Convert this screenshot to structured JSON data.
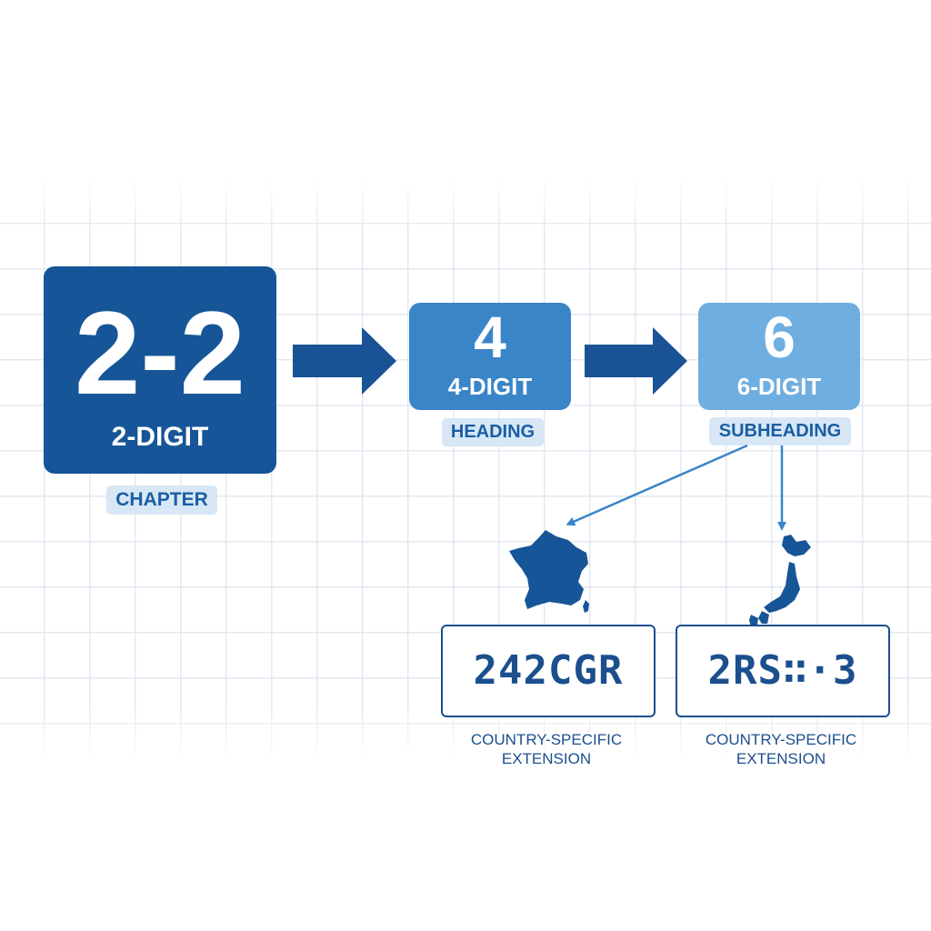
{
  "levels": {
    "chapter": {
      "code": "2-2",
      "digits": "2-DIGIT",
      "label": "CHAPTER"
    },
    "heading": {
      "code": "4",
      "digits": "4-DIGIT",
      "label": "HEADING"
    },
    "subheading": {
      "code": "6",
      "digits": "6-DIGIT",
      "label": "SUBHEADING"
    }
  },
  "extensions": [
    {
      "country_icon": "france-map-icon",
      "code": "242CGR",
      "label": "COUNTRY-SPECIFIC EXTENSION"
    },
    {
      "country_icon": "japan-map-icon",
      "code": "2RS∷·3",
      "label": "COUNTRY-SPECIFIC EXTENSION"
    }
  ],
  "colors": {
    "chapter": "#165597",
    "heading": "#3a85c8",
    "subheading": "#6faee0",
    "tag_bg": "#d7e7f6",
    "ink": "#1b4f8e",
    "arrow": "#1a5296"
  }
}
